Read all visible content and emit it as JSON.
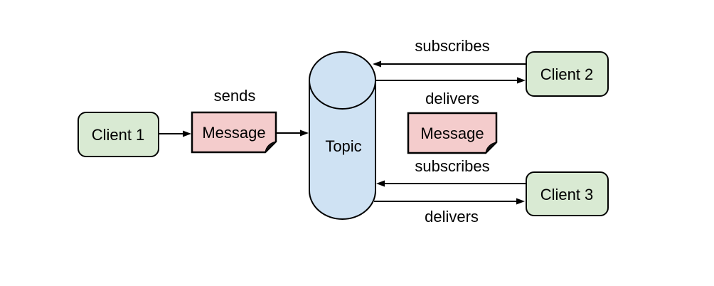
{
  "diagram": {
    "kind": "publish-subscribe topology",
    "background_color": "#ffffff",
    "line_color": "#000000",
    "text_color": "#000000",
    "arrow_color": "#000000",
    "nodes": {
      "client_1": {
        "label": "Client 1",
        "shape": "rounded-rectangle",
        "fill": "#d9ead3"
      },
      "message_sent": {
        "label": "Message",
        "shape": "note",
        "fill": "#f4cccc",
        "fold_fill": "#111111"
      },
      "topic": {
        "label": "Topic",
        "shape": "cylinder",
        "fill": "#cfe2f3"
      },
      "message_delivered": {
        "label": "Message",
        "shape": "note",
        "fill": "#f4cccc",
        "fold_fill": "#111111"
      },
      "client_2": {
        "label": "Client 2",
        "shape": "rounded-rectangle",
        "fill": "#d9ead3"
      },
      "client_3": {
        "label": "Client 3",
        "shape": "rounded-rectangle",
        "fill": "#d9ead3"
      }
    },
    "edges": {
      "client1_to_message": {
        "label": "",
        "from": "Client 1",
        "to": "Message"
      },
      "sends": {
        "label": "sends",
        "from": "Message",
        "to": "Topic"
      },
      "client2_subscribes": {
        "label": "subscribes",
        "from": "Client 2",
        "to": "Topic"
      },
      "client2_delivers": {
        "label": "delivers",
        "from": "Topic",
        "to": "Client 2"
      },
      "client3_subscribes": {
        "label": "subscribes",
        "from": "Client 3",
        "to": "Topic"
      },
      "client3_delivers": {
        "label": "delivers",
        "from": "Topic",
        "to": "Client 3"
      }
    }
  }
}
